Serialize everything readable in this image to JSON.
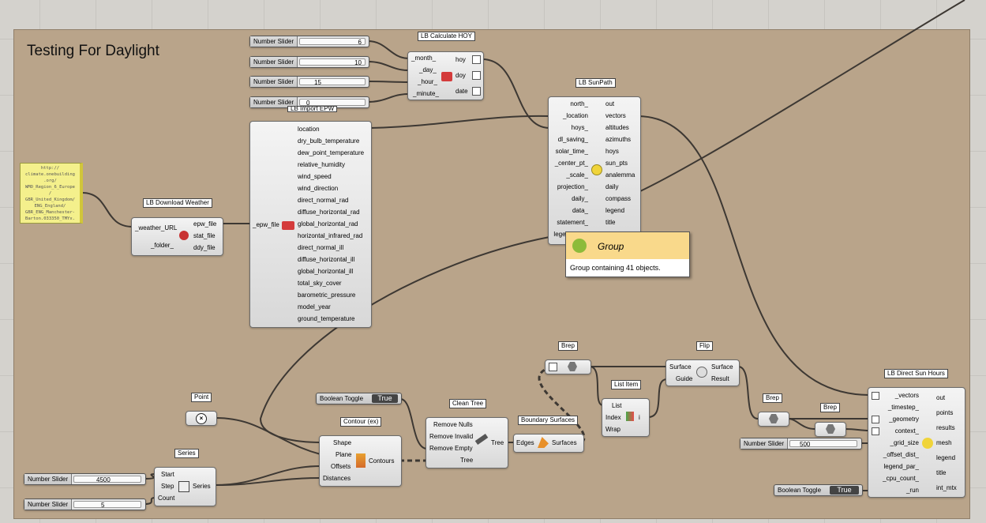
{
  "canvas": {
    "group_title": "Testing For Daylight"
  },
  "panel_text": "http://\nclimate.onebuilding\n.org/\nWMO_Region_6_Europe\n/\nGBR_United_Kingdom/\nENG_England/\nGBR_ENG_Manchester-\nBarton.033350_TMYx.",
  "sliders": [
    {
      "name": "Number Slider",
      "value": "6"
    },
    {
      "name": "Number Slider",
      "value": "10"
    },
    {
      "name": "Number Slider",
      "value": "15"
    },
    {
      "name": "Number Slider",
      "value": "0"
    },
    {
      "name": "Number Slider",
      "value": "4500"
    },
    {
      "name": "Number Slider",
      "value": "5"
    },
    {
      "name": "Number Slider",
      "value": "500"
    }
  ],
  "toggles": [
    {
      "name": "Boolean Toggle",
      "value": "True"
    },
    {
      "name": "Boolean Toggle",
      "value": "True"
    }
  ],
  "hoy": {
    "label": "LB Calculate HOY",
    "inputs": [
      "_month_",
      "_day_",
      "_hour_",
      "_minute_"
    ],
    "outputs": [
      "hoy",
      "doy",
      "date"
    ]
  },
  "sunpath": {
    "label": "LB SunPath",
    "inputs": [
      "north_",
      "_location",
      "hoys_",
      "dl_saving_",
      "solar_time_",
      "_center_pt_",
      "_scale_",
      "projection_",
      "daily_",
      "data_",
      "statement_",
      "legend_par_"
    ],
    "inputs_visible_last": "legen",
    "outputs": [
      "out",
      "vectors",
      "altitudes",
      "azimuths",
      "hoys",
      "sun_pts",
      "analemma",
      "daily",
      "compass",
      "legend",
      "title"
    ]
  },
  "epw": {
    "label": "LB Import EPW",
    "input": "_epw_file",
    "outputs": [
      "location",
      "dry_bulb_temperature",
      "dew_point_temperature",
      "relative_humidity",
      "wind_speed",
      "wind_direction",
      "direct_normal_rad",
      "diffuse_horizontal_rad",
      "global_horizontal_rad",
      "horizontal_infrared_rad",
      "direct_normal_ill",
      "diffuse_horizontal_ill",
      "global_horizontal_ill",
      "total_sky_cover",
      "barometric_pressure",
      "model_year",
      "ground_temperature"
    ]
  },
  "download": {
    "label": "LB Download Weather",
    "inputs": [
      "_weather_URL",
      "_folder_"
    ],
    "outputs": [
      "epw_file",
      "stat_file",
      "ddy_file"
    ]
  },
  "tooltip": {
    "name": "Group",
    "description": "Group containing 41 objects."
  },
  "point": {
    "label": "Point"
  },
  "series": {
    "label": "Series",
    "inputs": [
      "Start",
      "Step",
      "Count"
    ],
    "output": "Series"
  },
  "contour": {
    "label": "Contour (ex)",
    "inputs": [
      "Shape",
      "Plane",
      "Offsets",
      "Distances"
    ],
    "output": "Contours"
  },
  "clean_tree": {
    "label": "Clean Tree",
    "inputs": [
      "Remove Nulls",
      "Remove Invalid",
      "Remove Empty",
      "Tree"
    ],
    "output": "Tree"
  },
  "boundary": {
    "label": "Boundary Surfaces",
    "input": "Edges",
    "output": "Surfaces"
  },
  "brep1": {
    "label": "Brep"
  },
  "list_item": {
    "label": "List Item",
    "inputs": [
      "List",
      "Index",
      "Wrap"
    ],
    "output": "i"
  },
  "flip": {
    "label": "Flip",
    "inputs": [
      "Surface",
      "Guide"
    ],
    "outputs": [
      "Surface",
      "Result"
    ]
  },
  "brep2": {
    "label": "Brep"
  },
  "brep3": {
    "label": "Brep"
  },
  "direct_sun": {
    "label": "LB Direct Sun Hours",
    "inputs": [
      "_vectors",
      "_timestep_",
      "_geometry",
      "context_",
      "_grid_size",
      "_offset_dist_",
      "legend_par_",
      "_cpu_count_",
      "_run"
    ],
    "outputs": [
      "out",
      "points",
      "results",
      "mesh",
      "legend",
      "title",
      "int_mtx"
    ]
  }
}
